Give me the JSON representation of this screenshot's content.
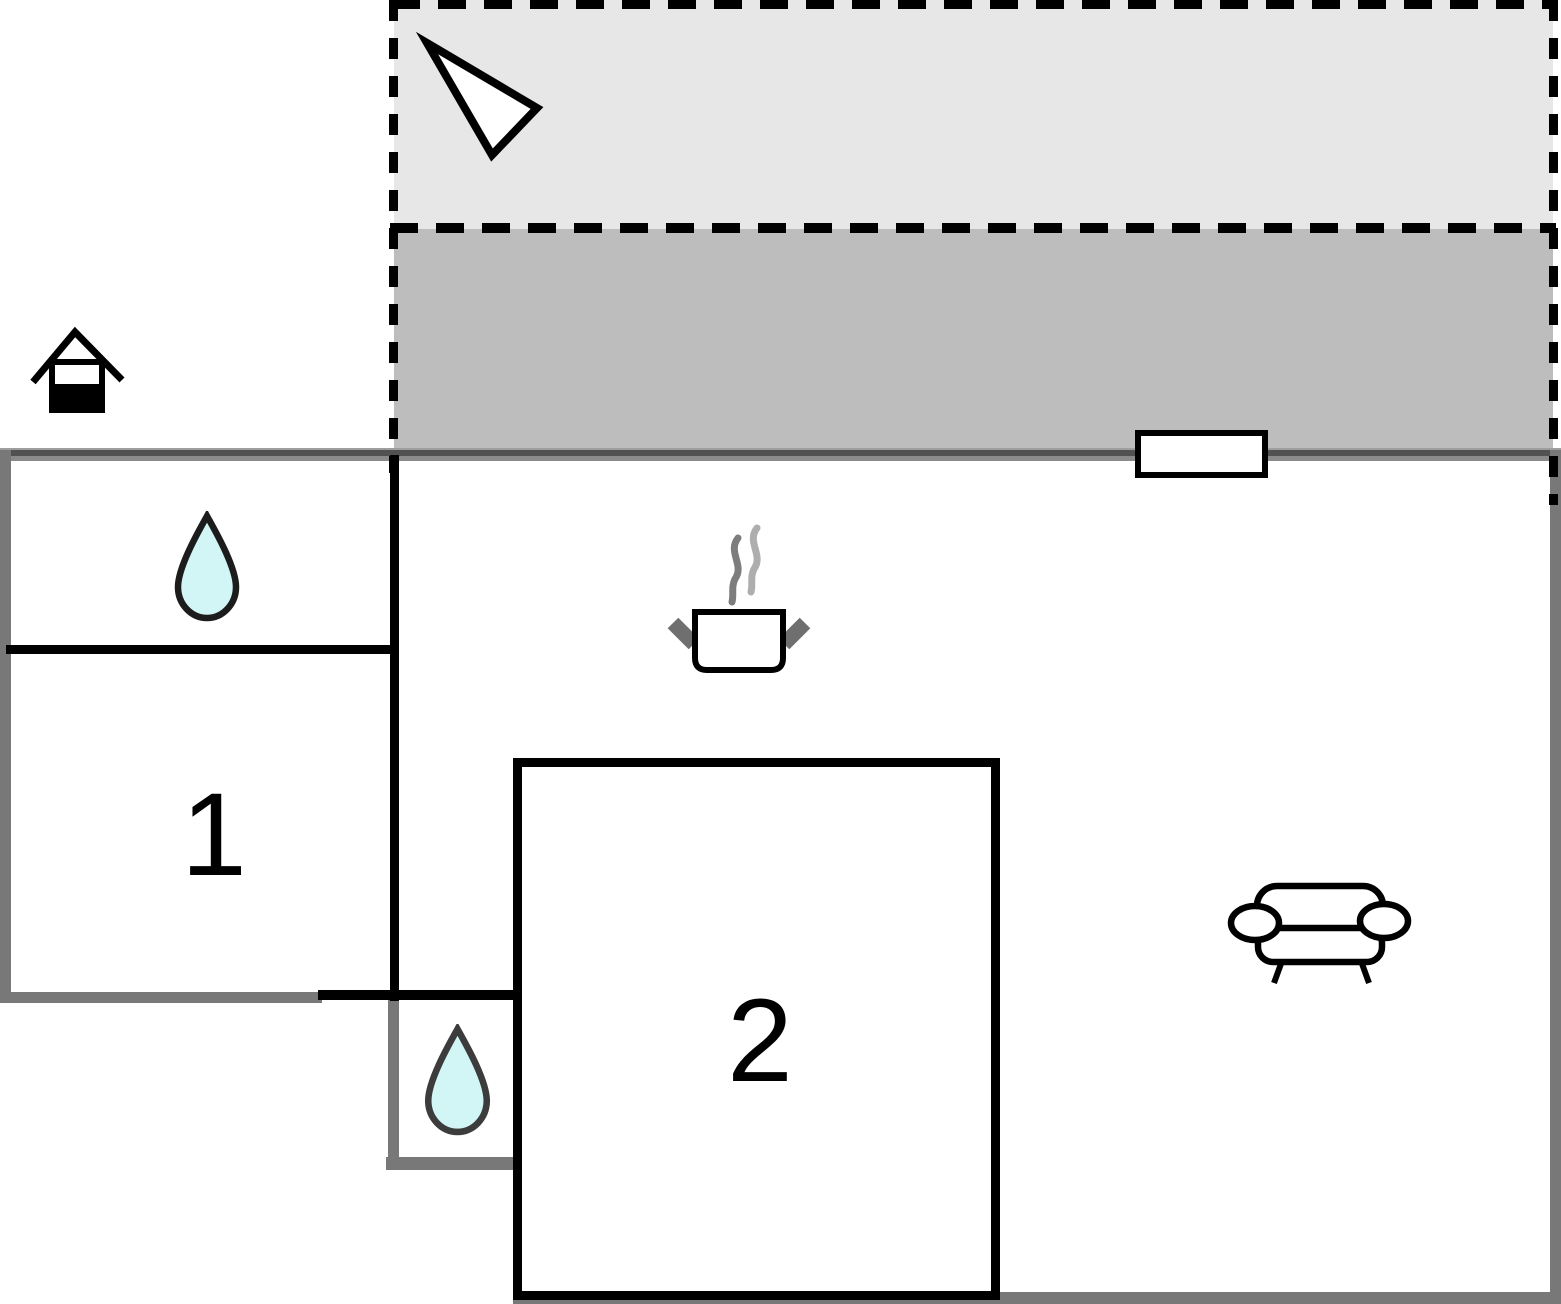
{
  "plan_title": "holiday-house-floor-plan",
  "rooms": [
    {
      "id": "room-1",
      "label": "1"
    },
    {
      "id": "room-2",
      "label": "2"
    }
  ],
  "areas": {
    "terrace_upper": "open terrace (light gray, dashed boundary)",
    "terrace_lower": "covered terrace (dark gray, dashed boundary)"
  },
  "icons": [
    {
      "name": "north-arrow-icon"
    },
    {
      "name": "annex-house-icon"
    },
    {
      "name": "water-drop-icon"
    },
    {
      "name": "water-drop-small-icon"
    },
    {
      "name": "cooking-pot-icon"
    },
    {
      "name": "sofa-icon"
    },
    {
      "name": "window-marker"
    }
  ],
  "colors": {
    "terrace-light": "#e7e7e7",
    "terrace-dark": "#bdbdbd",
    "wall-gray": "#787878",
    "wall-gray-light": "#8a8a8a",
    "wall-dark": "#515151",
    "line-black": "#000000",
    "drop-fill": "#d2f5f6",
    "steam-dark": "#7d7d7d",
    "steam-light": "#aeaeae",
    "handle-gray": "#6f6f6f"
  }
}
